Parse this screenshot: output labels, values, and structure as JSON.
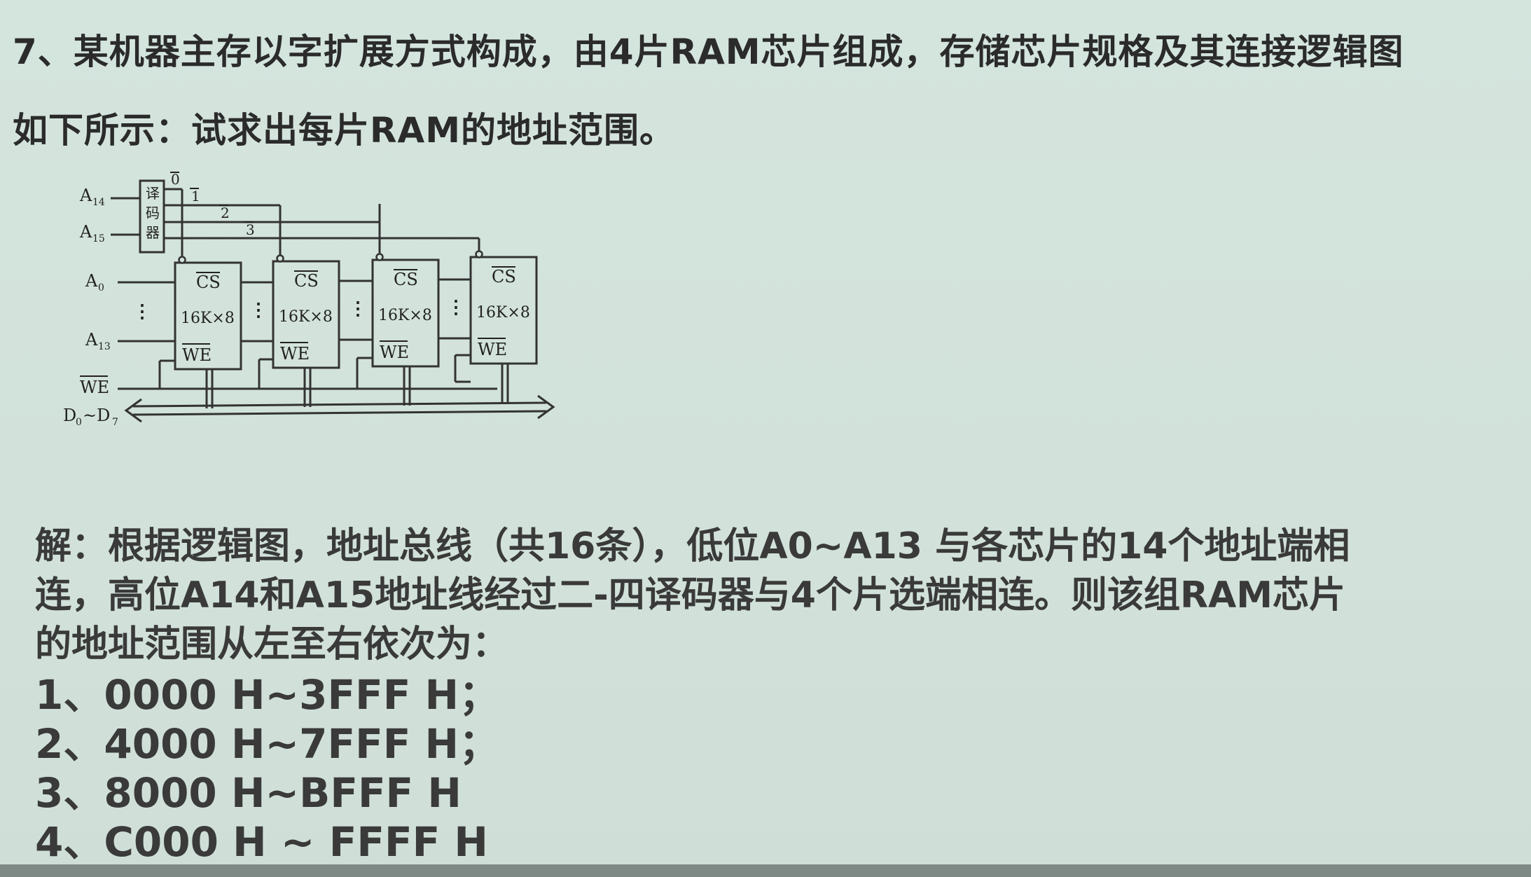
{
  "question": {
    "line1": "7、某机器主存以字扩展方式构成，由4片RAM芯片组成，存储芯片规格及其连接逻辑图",
    "line2": "如下所示：试求出每片RAM的地址范围。"
  },
  "diagram": {
    "decoder_label": [
      "译",
      "码",
      "器"
    ],
    "inputs": {
      "a14": "A",
      "a14_sub": "14",
      "a15": "A",
      "a15_sub": "15",
      "a0": "A",
      "a0_sub": "0",
      "a13": "A",
      "a13_sub": "13",
      "we": "WE",
      "data": "D",
      "data_sub0": "0",
      "data_tilde": "~D",
      "data_sub7": "7"
    },
    "decoder_outputs": [
      "0",
      "1",
      "2",
      "3"
    ],
    "chips": [
      {
        "cs": "CS",
        "spec": "16K×8",
        "we": "WE"
      },
      {
        "cs": "CS",
        "spec": "16K×8",
        "we": "WE"
      },
      {
        "cs": "CS",
        "spec": "16K×8",
        "we": "WE"
      },
      {
        "cs": "CS",
        "spec": "16K×8",
        "we": "WE"
      }
    ],
    "ellipsis": "⋮"
  },
  "answer": {
    "para1": "解：根据逻辑图，地址总线（共16条），低位A0~A13 与各芯片的14个地址端相",
    "para2": "连，高位A14和A15地址线经过二-四译码器与4个片选端相连。则该组RAM芯片",
    "para3": "的地址范围从左至右依次为：",
    "ranges": [
      "1、0000 H~3FFF H；",
      "2、4000 H~7FFF H；",
      "3、8000 H~BFFF H",
      "4、C000 H ~ FFFF H"
    ]
  }
}
